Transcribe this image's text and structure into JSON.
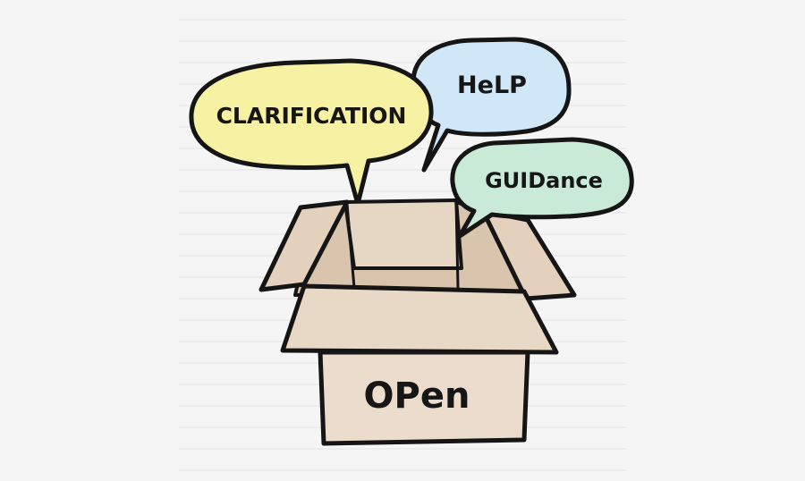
{
  "bubbles": {
    "clarification": {
      "label": "CLARIFICATION",
      "color": "#f6f1a3"
    },
    "help": {
      "label": "HeLP",
      "color": "#cfe7f6"
    },
    "guidance": {
      "label": "GUIDance",
      "color": "#c8ead6"
    }
  },
  "box": {
    "label": "OPen",
    "front_color": "#ecdccb",
    "flap_color": "#e3d0bd",
    "inside_color": "#d9c4ad"
  },
  "colors": {
    "background": "#f5f5f5",
    "ink": "#151515",
    "rule_lines": "#e4e4e4"
  }
}
